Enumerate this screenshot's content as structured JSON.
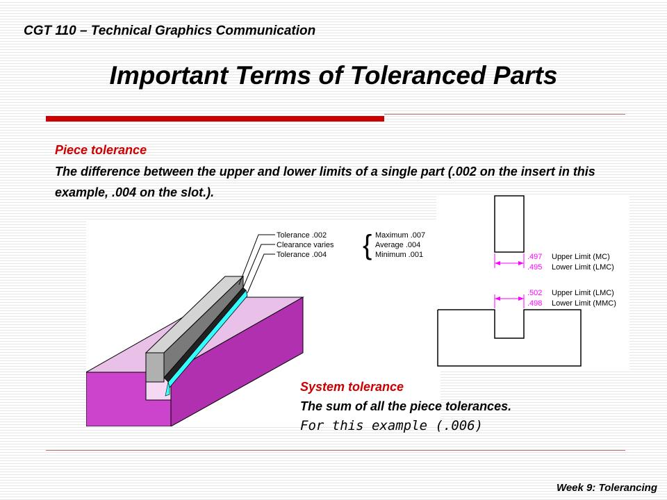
{
  "header": {
    "course": "CGT 110 – Technical Graphics Communication",
    "title": "Important Terms of Toleranced Parts"
  },
  "piece": {
    "heading": "Piece tolerance",
    "text": "The difference between the upper and lower limits of a single part (.002 on the insert in this example, .004 on the slot.)."
  },
  "fig_left": {
    "callouts": [
      "Tolerance .002",
      "Clearance varies",
      "Tolerance .004"
    ],
    "brace": "{",
    "clearance_values": [
      "Maximum .007",
      "Average .004",
      "Minimum .001"
    ]
  },
  "fig_right": {
    "insert_upper_value": ".497",
    "insert_lower_value": ".495",
    "insert_upper_label": "Upper Limit (MC)",
    "insert_lower_label": "Lower Limit (LMC)",
    "slot_upper_value": ".502",
    "slot_lower_value": ".498",
    "slot_upper_label": "Upper Limit (LMC)",
    "slot_lower_label": "Lower Limit (MMC)"
  },
  "system": {
    "heading": "System tolerance",
    "text": "The sum of all the piece tolerances.",
    "example": "For this example (.006)"
  },
  "footer": {
    "text": "Week 9: Tolerancing"
  },
  "colors": {
    "accent_red": "#cc0000",
    "block_magenta": "#cc44cc",
    "block_light": "#e8c0e8",
    "clearance_cyan": "#33ffff",
    "dimension_magenta": "#ff00ff"
  }
}
